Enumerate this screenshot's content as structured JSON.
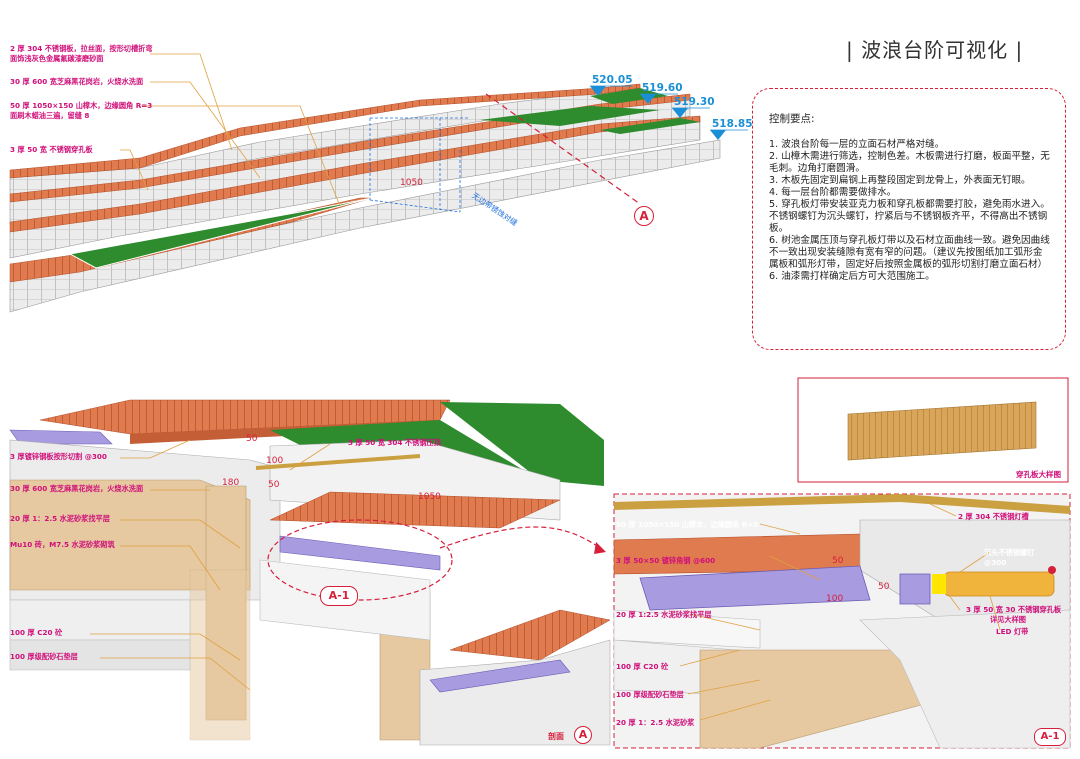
{
  "title": "| 波浪台阶可视化 |",
  "top_view": {
    "annotations": [
      "2 厚 304 不锈钢板，拉丝面，按形切槽折弯",
      "面饰浅灰色金属氟碳漆磨砂面",
      "30 厚 600 宽芝麻黑花岗岩，火烧水洗面",
      "50 厚 1050×150 山樟木，边缘圆角 R=3",
      "面刷木蜡油三遍，留缝 8",
      "3 厚 50 宽 不锈钢穿孔板"
    ],
    "elevations": [
      "520.05",
      "519.60",
      "519.30",
      "518.85"
    ],
    "dimension": "1050",
    "side_label": "无边带锈蚀对缝",
    "section_marker": "A"
  },
  "notes": {
    "heading": "控制要点:",
    "items": [
      "1. 波浪台阶每一层的立面石材严格对缝。",
      "2. 山樟木需进行筛选，控制色差。木板需进行打磨，板面平整，无毛刺。边角打磨圆滑。",
      "3. 木板先固定到扁钢上再整段固定到龙骨上，外表面无钉眼。",
      "4. 每一层台阶都需要做排水。",
      "5. 穿孔板灯带安装亚克力板和穿孔板都需要打胶，避免雨水进入。不锈钢螺钉为沉头螺钉，拧紧后与不锈钢板齐平，不得高出不锈钢板。",
      "6. 树池金属压顶与穿孔板灯带以及石材立面曲线一致。避免因曲线不一致出现安装缝隙有宽有窄的问题。（建议先按图纸加工弧形金属板和弧形灯带，固定好后按照金属板的弧形切割打磨立面石材）",
      "6. 油漆需打样确定后方可大范围施工。"
    ]
  },
  "section_view": {
    "annotations": [
      "3 厚镀锌钢板按形切割 @300",
      "30 厚 600 宽芝麻黑花岗岩，火烧水洗面",
      "20 厚 1：2.5 水泥砂浆找平层",
      "Mu10 砖，M7.5 水泥砂浆砌筑",
      "100 厚 C20 砼",
      "100 厚级配砂石垫层",
      "3 厚 50 宽 304 不锈钢压顶"
    ],
    "dims": [
      "50",
      "100",
      "50",
      "180",
      "1050"
    ],
    "bubble": "A-1",
    "section_caption": "剖面",
    "section_letter": "A"
  },
  "perforated_detail": {
    "caption": "穿孔板大样图"
  },
  "detail_view": {
    "left_annotations": [
      "50 厚 1050×150 山樟木，边缘圆角 R=3",
      "3 厚 50×50 镀锌角钢 @600",
      "20 厚 1:2.5 水泥砂浆找平层",
      "100 厚 C20 砼",
      "100 厚级配砂石垫层",
      "20 厚 1：2.5 水泥砂浆"
    ],
    "right_annotations": [
      "2 厚 304 不锈钢灯槽",
      "沉头不锈钢螺钉",
      "@300",
      "3 厚 50 宽 30 不锈钢穿孔板",
      "详见大样图",
      "LED 灯带"
    ],
    "dims": [
      "50",
      "50",
      "100"
    ],
    "bubble": "A-1"
  },
  "colors": {
    "wood": "#e07a4f",
    "grass": "#2e8b2e",
    "stone": "#e6e6e6",
    "accent": "#d61f3a",
    "leader": "#e0a040",
    "elevation": "#1a8fd6"
  }
}
